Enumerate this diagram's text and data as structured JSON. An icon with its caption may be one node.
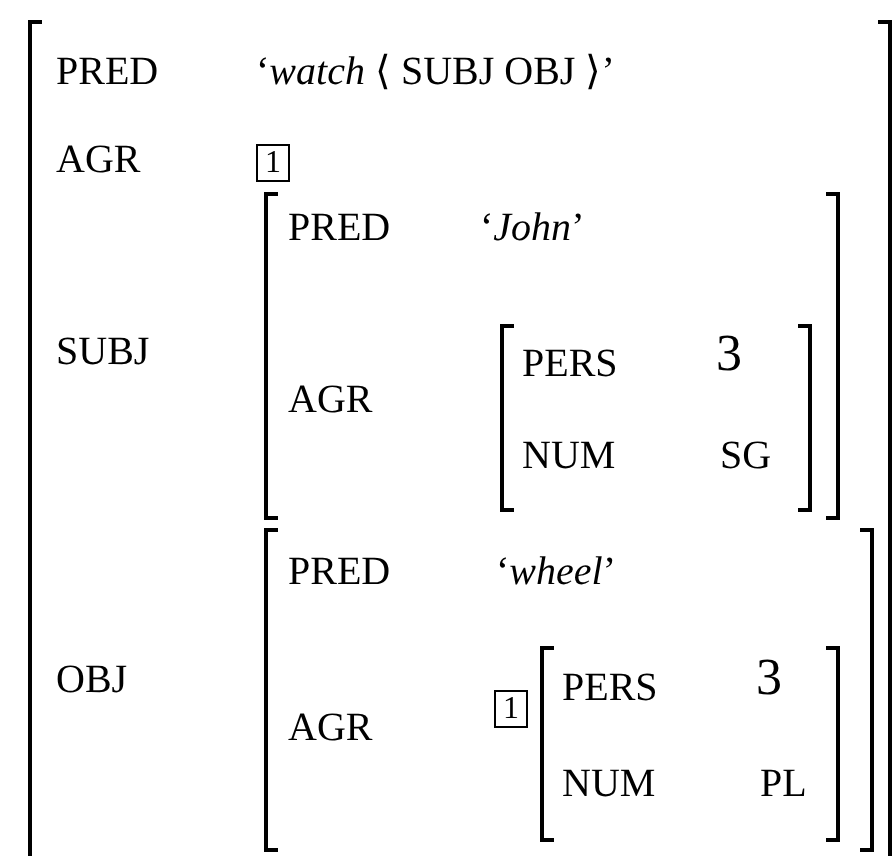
{
  "diagram": {
    "nodes": [
      {
        "text": [
          "PRED",
          "‘*watch* ⟨ SUBJ OBJ ⟩’",
          "AGR",
          "SUBJ",
          "OBJ"
        ]
      },
      {
        "text": [
          "1"
        ],
        "in": 0
      },
      {
        "text": [
          "PRED",
          "‘*John*’",
          "AGR"
        ],
        "in": 0
      },
      {
        "text": [
          "PERS",
          "3",
          "NUM",
          "SG"
        ],
        "in": 2
      },
      {
        "text": [
          "PRED",
          "‘*wheel*’",
          "AGR"
        ],
        "in": 0
      },
      {
        "text": [
          "1"
        ],
        "in": 4
      },
      {
        "text": [
          "PERS",
          "3",
          "NUM",
          "PL"
        ],
        "in": 4
      }
    ]
  }
}
